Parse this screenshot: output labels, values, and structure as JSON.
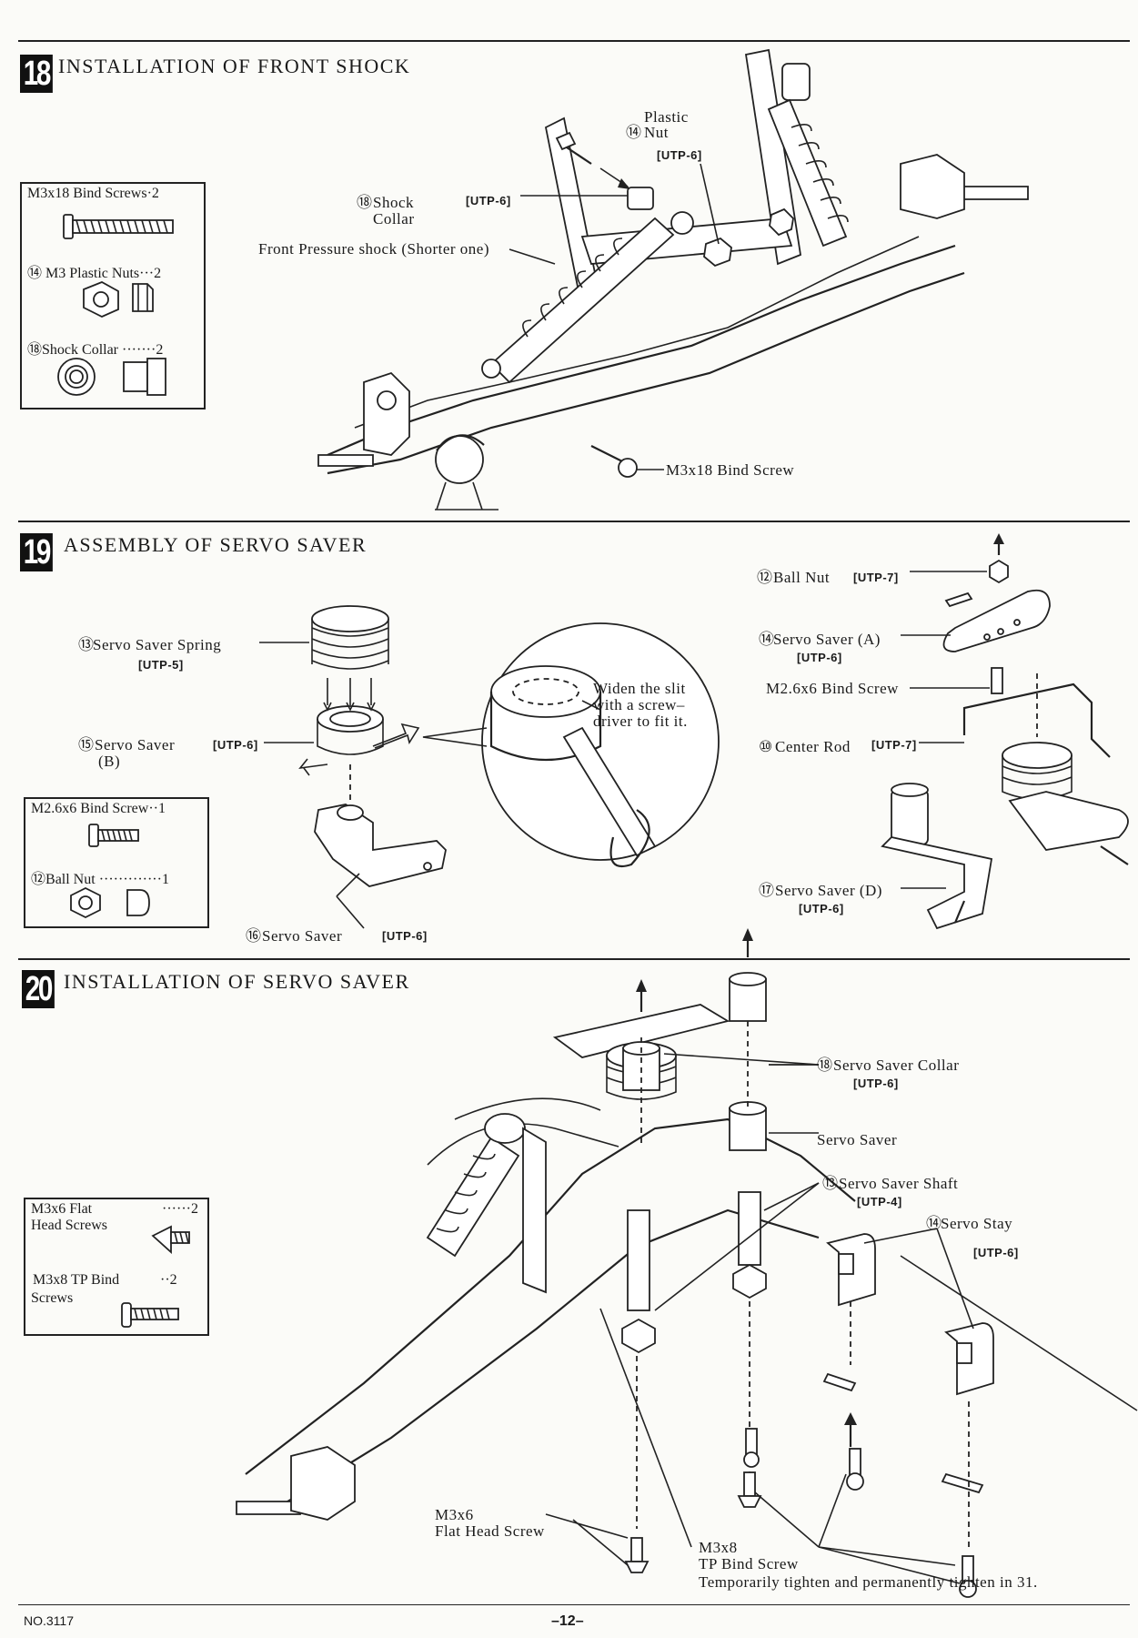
{
  "sections": [
    {
      "number": "18",
      "title": "INSTALLATION OF FRONT SHOCK",
      "parts": [
        {
          "name": "M3x18 Bind Screws",
          "qty": "2"
        },
        {
          "name": "M3 Plastic Nuts",
          "qty": "2",
          "ref": "⑭"
        },
        {
          "name": "Shock Collar",
          "qty": "2",
          "ref": "⑱"
        }
      ],
      "callouts": {
        "plastic_nut": "Plastic",
        "plastic_nut_2": "Nut",
        "plastic_nut_ref": "⑭",
        "plastic_nut_code": "[UTP-6]",
        "shock_collar": "Shock",
        "shock_collar_2": "Collar",
        "shock_collar_ref": "⑱",
        "shock_collar_code": "[UTP-6]",
        "front_shock": "Front Pressure shock (Shorter one)",
        "bind_screw": "M3x18 Bind Screw"
      }
    },
    {
      "number": "19",
      "title": "ASSEMBLY OF SERVO SAVER",
      "parts": [
        {
          "name": "M2.6x6 Bind Screw",
          "qty": "1"
        },
        {
          "name": "Ball Nut",
          "qty": "1",
          "ref": "⑫"
        }
      ],
      "callouts": {
        "spring": "Servo Saver Spring",
        "spring_ref": "⑬",
        "spring_code": "[UTP-5]",
        "saver_b": "Servo Saver",
        "saver_b_2": "(B)",
        "saver_b_ref": "⑮",
        "saver_b_code": "[UTP-6]",
        "widen_1": "Widen the slit",
        "widen_2": "with a screw–",
        "widen_3": "driver to fit it.",
        "saver_bottom": "Servo Saver",
        "saver_bottom_ref": "⑯",
        "saver_bottom_code": "[UTP-6]",
        "ball_nut": "Ball Nut",
        "ball_nut_ref": "⑫",
        "ball_nut_code": "[UTP-7]",
        "saver_a": "Servo Saver (A)",
        "saver_a_ref": "⑭",
        "saver_a_code": "[UTP-6]",
        "m26_screw": "M2.6x6 Bind Screw",
        "center_rod": "Center Rod",
        "center_rod_ref": "⑩",
        "center_rod_code": "[UTP-7]",
        "saver_d": "Servo Saver (D)",
        "saver_d_ref": "⑰",
        "saver_d_code": "[UTP-6]"
      }
    },
    {
      "number": "20",
      "title": "INSTALLATION OF SERVO SAVER",
      "parts": [
        {
          "name": "M3x6 Flat",
          "name2": "Head Screws",
          "qty": "2"
        },
        {
          "name": "M3x8 TP Bind",
          "name2": "Screws",
          "qty": "2"
        }
      ],
      "callouts": {
        "collar": "Servo Saver Collar",
        "collar_ref": "⑱",
        "collar_code": "[UTP-6]",
        "servo_saver": "Servo Saver",
        "shaft": "Servo Saver Shaft",
        "shaft_ref": "⑬",
        "shaft_code": "[UTP-4]",
        "stay": "Servo Stay",
        "stay_ref": "⑭",
        "stay_code": "[UTP-6]",
        "flat_1": "M3x6",
        "flat_2": "Flat Head Screw",
        "tp_1": "M3x8",
        "tp_2": "TP Bind Screw",
        "tp_note": "Temporarily tighten and permanently tighten in 31."
      }
    }
  ],
  "footer": {
    "model": "NO.3117",
    "page": "–12–"
  }
}
